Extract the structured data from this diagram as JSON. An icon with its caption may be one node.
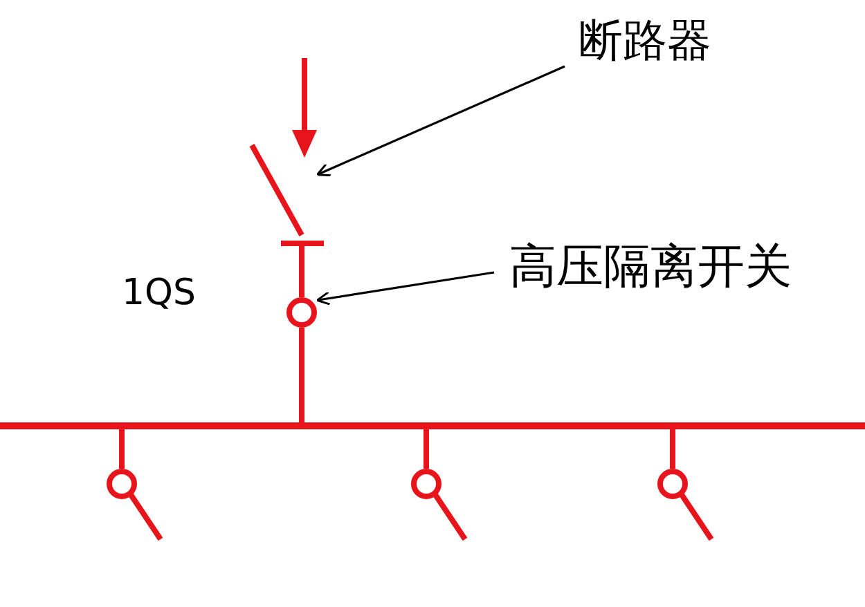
{
  "diagram": {
    "nodes": [
      {
        "text": [
          "断路器"
        ]
      },
      {
        "text": [],
        "shape": "switch"
      },
      {
        "text": [
          "高压隔离开关"
        ]
      },
      {
        "text": [],
        "shape": "circle"
      },
      {
        "text": [],
        "shape": "bar"
      },
      {
        "text": [],
        "shape": "circle"
      },
      {
        "text": [],
        "shape": "circle"
      },
      {
        "text": [],
        "shape": "circle"
      }
    ],
    "edges": [
      {
        "from": 0,
        "to": 1,
        "arrow": "to",
        "color": "#000000"
      },
      {
        "from": 2,
        "to": 3,
        "arrow": "to",
        "color": "#000000"
      },
      {
        "from": 1,
        "to": 3,
        "arrow": "none"
      },
      {
        "from": 3,
        "to": 4,
        "arrow": "none"
      },
      {
        "from": 4,
        "to": 5,
        "arrow": "none"
      },
      {
        "from": 4,
        "to": 6,
        "arrow": "none"
      },
      {
        "from": 4,
        "to": 7,
        "arrow": "none"
      }
    ],
    "labels": [
      "1QS"
    ]
  }
}
